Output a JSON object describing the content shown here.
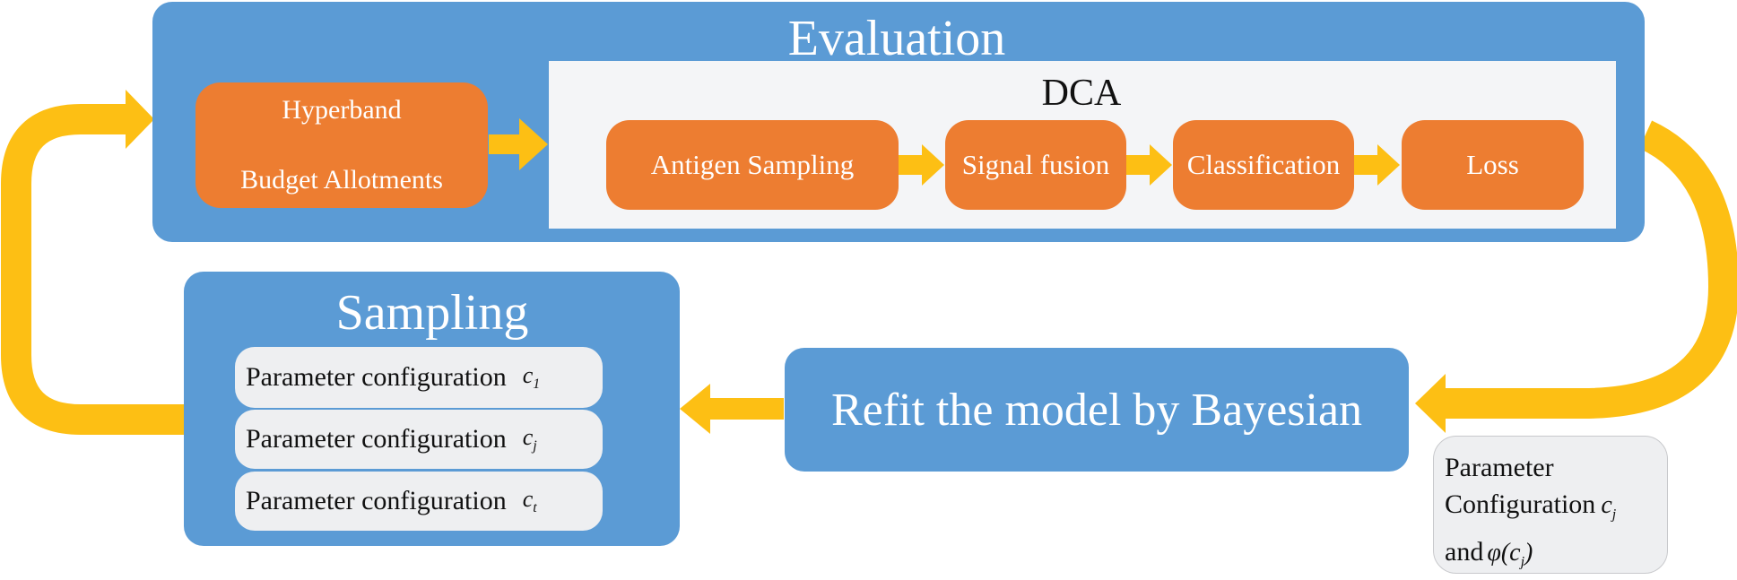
{
  "colors": {
    "container_blue": "#5b9bd5",
    "step_orange": "#ed7d31",
    "arrow_yellow": "#fdbf14",
    "panel_gray": "#f4f5f7",
    "item_gray": "#eeeff1"
  },
  "evaluation": {
    "title": "Evaluation",
    "hyperband_line1": "Hyperband",
    "hyperband_line2": "Budget Allotments",
    "dca": {
      "title": "DCA",
      "steps": [
        "Antigen Sampling",
        "Signal fusion",
        "Classification",
        "Loss"
      ]
    }
  },
  "sampling": {
    "title": "Sampling",
    "items": [
      {
        "label": "Parameter configuration",
        "symbol": "c",
        "subscript": "1"
      },
      {
        "label": "Parameter configuration",
        "symbol": "c",
        "subscript": "j"
      },
      {
        "label": "Parameter configuration",
        "symbol": "c",
        "subscript": "t"
      }
    ]
  },
  "refit": {
    "label": "Refit the model by Bayesian"
  },
  "output_note": {
    "line1": "Parameter",
    "line2": "Configuration",
    "line2_symbol": "c",
    "line2_subscript": "j",
    "line3": "and",
    "line3_formula": "φ(c",
    "line3_subscript": "j",
    "line3_close": ")"
  },
  "icons": [
    "curved-arrow",
    "block-arrow"
  ]
}
